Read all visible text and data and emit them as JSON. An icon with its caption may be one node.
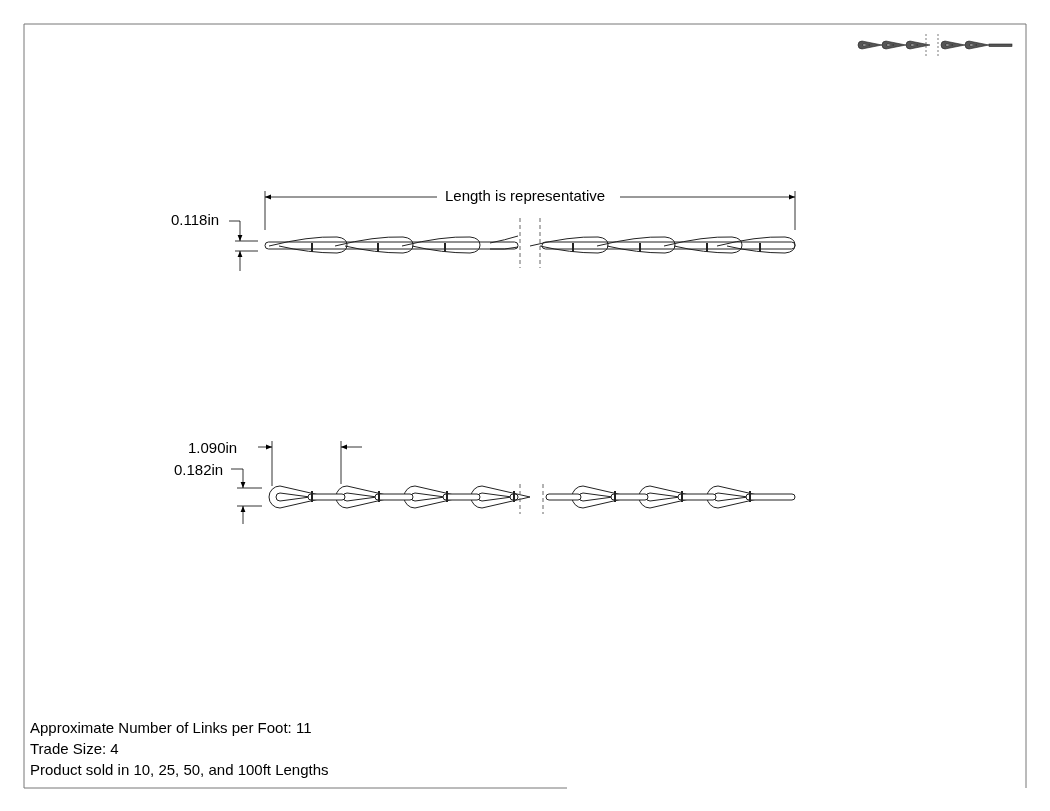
{
  "diagram": {
    "labels": [
      "Length is representative",
      "0.118in",
      "1.090in",
      "0.182in",
      "Approximate Number of Links per Foot: 11",
      "Trade Size: 4",
      "Product sold in 10, 25, 50, and 100ft Lengths"
    ]
  }
}
